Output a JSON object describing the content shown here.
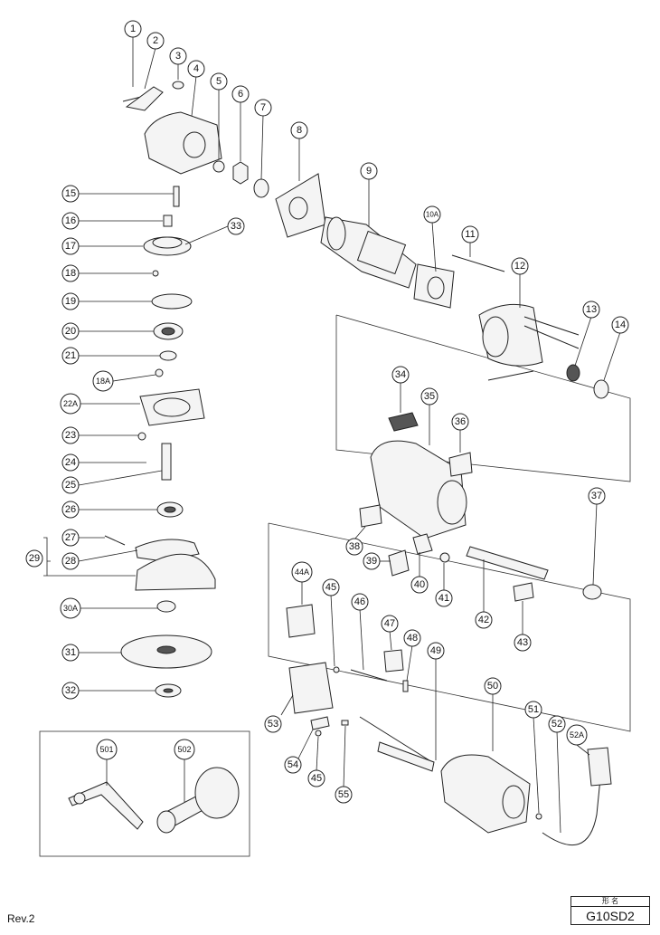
{
  "revision": "Rev.2",
  "model_box": {
    "header": "形 名",
    "model": "G10SD2"
  },
  "callouts": [
    "1",
    "2",
    "3",
    "4",
    "5",
    "6",
    "7",
    "8",
    "9",
    "10A",
    "11",
    "12",
    "13",
    "14",
    "15",
    "16",
    "17",
    "18",
    "19",
    "20",
    "21",
    "18A",
    "22A",
    "23",
    "24",
    "25",
    "26",
    "27",
    "28",
    "29",
    "30A",
    "31",
    "32",
    "33",
    "34",
    "35",
    "36",
    "37",
    "38",
    "39",
    "40",
    "41",
    "42",
    "43",
    "44A",
    "45",
    "46",
    "47",
    "48",
    "49",
    "50",
    "51",
    "52",
    "52A",
    "53",
    "54",
    "45",
    "55",
    "501",
    "502"
  ]
}
